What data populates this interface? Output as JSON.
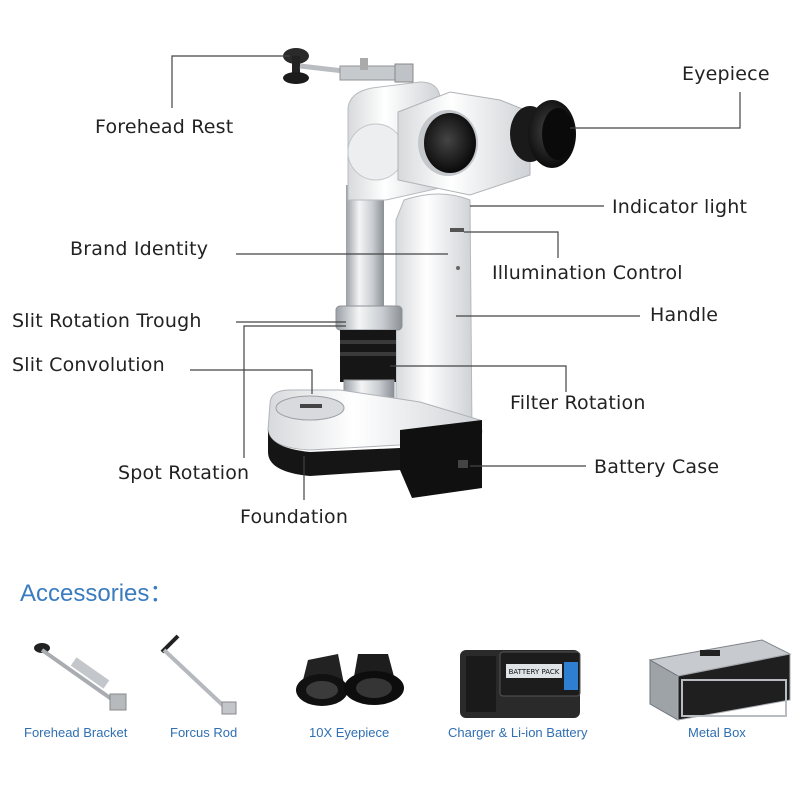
{
  "labels": {
    "forehead_rest": "Forehead Rest",
    "eyepiece": "Eyepiece",
    "indicator_light": "Indicator light",
    "brand_identity": "Brand Identity",
    "illumination_control": "Illumination Control",
    "slit_rotation_trough": "Slit Rotation Trough",
    "handle": "Handle",
    "slit_convolution": "Slit Convolution",
    "filter_rotation": "Filter Rotation",
    "spot_rotation": "Spot Rotation",
    "battery_case": "Battery Case",
    "foundation": "Foundation"
  },
  "accessories": {
    "title": "Accessories：",
    "items": [
      {
        "caption": "Forehead Bracket"
      },
      {
        "caption": "Forcus Rod"
      },
      {
        "caption": "10X Eyepiece"
      },
      {
        "caption": "Charger & Li-ion Battery"
      },
      {
        "caption": "Metal Box"
      }
    ],
    "battery_text": "BATTERY PACK"
  }
}
